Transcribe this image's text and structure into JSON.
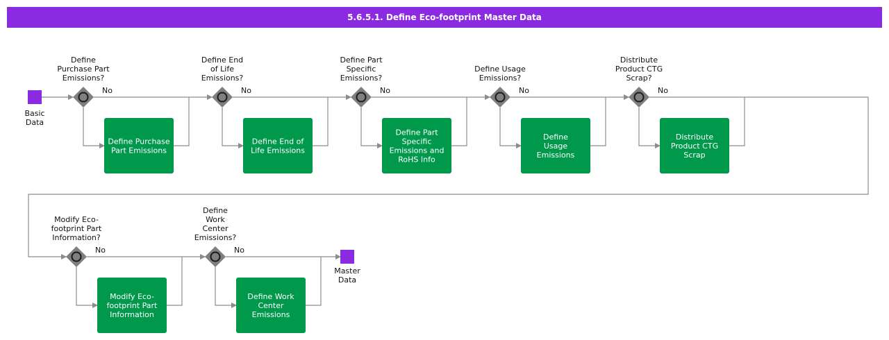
{
  "title": "5.6.5.1. Define Eco-footprint Master Data",
  "colors": {
    "header_bg": "#8a2be2",
    "event": "#8a2be2",
    "task": "#00994c",
    "gateway": "#7f7f7f",
    "connector": "#8c8c8c"
  },
  "events": {
    "start": [
      "Basic",
      "Data"
    ],
    "end": [
      "Master",
      "Data"
    ]
  },
  "gateways": [
    {
      "question": [
        "Define",
        "Purchase Part",
        "Emissions?"
      ],
      "branch": "No"
    },
    {
      "question": [
        "Define End",
        "of Life",
        "Emissions?"
      ],
      "branch": "No"
    },
    {
      "question": [
        "Define Part",
        "Specific",
        "Emissions?"
      ],
      "branch": "No"
    },
    {
      "question": [
        "Define Usage",
        "Emissions?"
      ],
      "branch": "No"
    },
    {
      "question": [
        "Distribute",
        "Product CTG",
        "Scrap?"
      ],
      "branch": "No"
    },
    {
      "question": [
        "Modify Eco-",
        "footprint Part",
        "Information?"
      ],
      "branch": "No"
    },
    {
      "question": [
        "Define",
        "Work",
        "Center",
        "Emissions?"
      ],
      "branch": "No"
    }
  ],
  "tasks": [
    {
      "label": [
        "Define Purchase",
        "Part Emissions"
      ]
    },
    {
      "label": [
        "Define End of",
        "Life Emissions"
      ]
    },
    {
      "label": [
        "Define Part",
        "Specific",
        "Emissions and",
        "RoHS Info"
      ]
    },
    {
      "label": [
        "Define",
        "Usage",
        "Emissions"
      ]
    },
    {
      "label": [
        "Distribute",
        "Product CTG",
        "Scrap"
      ]
    },
    {
      "label": [
        "Modify Eco-",
        "footprint Part",
        "Information"
      ]
    },
    {
      "label": [
        "Define Work",
        "Center",
        "Emissions"
      ]
    }
  ]
}
